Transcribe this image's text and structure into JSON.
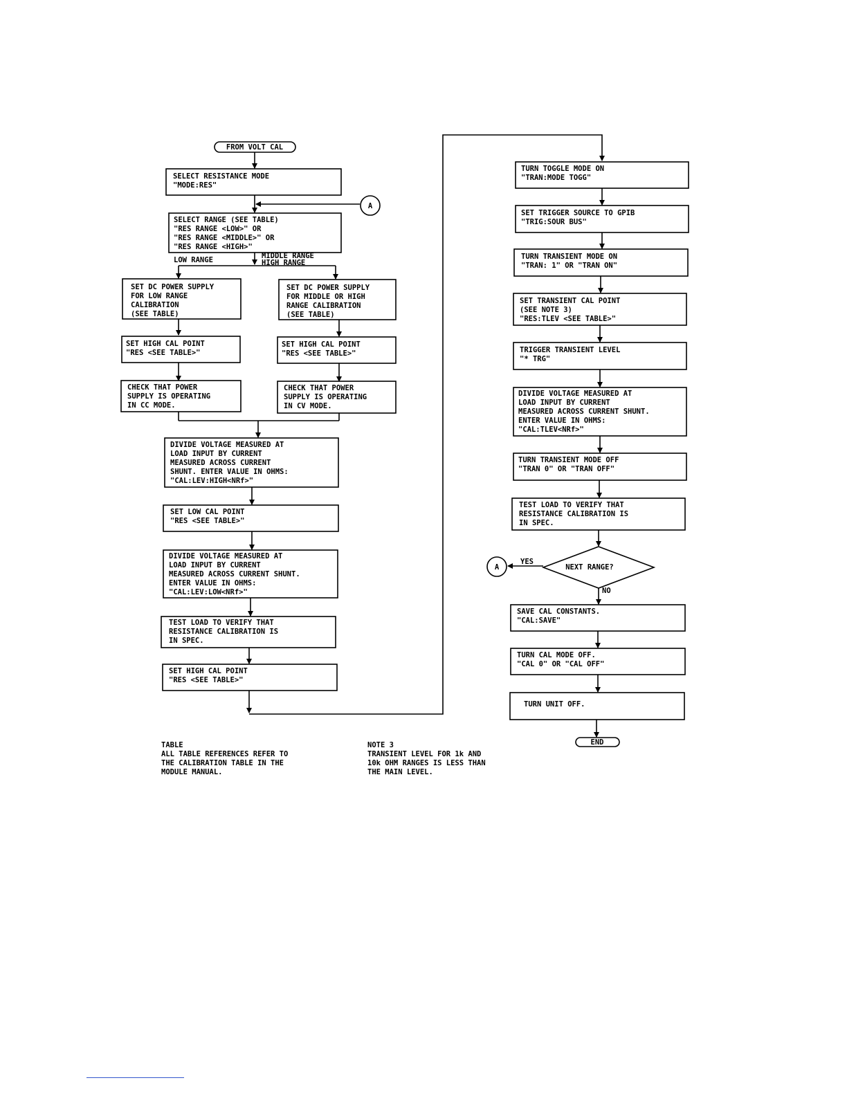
{
  "terminals": {
    "start": "FROM VOLT CAL",
    "end": "END"
  },
  "connector": "A",
  "left": {
    "select_mode": [
      "SELECT RESISTANCE MODE",
      "\"MODE:RES\""
    ],
    "select_range": [
      "SELECT RANGE (SEE TABLE)",
      "\"RES RANGE <LOW>\" OR",
      "\"RES RANGE <MIDDLE>\" OR",
      "\"RES RANGE <HIGH>\""
    ],
    "low_range_label": "LOW RANGE",
    "mid_high_label": [
      "MIDDLE RANGE",
      "HIGH RANGE"
    ],
    "low_supply": [
      "SET DC POWER SUPPLY",
      "FOR LOW RANGE",
      "CALIBRATION",
      "(SEE TABLE)"
    ],
    "mid_supply": [
      "SET DC POWER SUPPLY",
      "FOR MIDDLE OR HIGH",
      "RANGE CALIBRATION",
      "(SEE TABLE)"
    ],
    "low_high_point": [
      "SET HIGH CAL POINT",
      "\"RES <SEE TABLE>\""
    ],
    "mid_high_point": [
      "SET HIGH CAL POINT",
      "\"RES <SEE TABLE>\""
    ],
    "low_check": [
      "CHECK THAT POWER",
      "SUPPLY IS OPERATING",
      "IN CC MODE."
    ],
    "mid_check": [
      "CHECK THAT POWER",
      "SUPPLY IS OPERATING",
      "IN CV MODE."
    ],
    "divide_high": [
      "DIVIDE VOLTAGE MEASURED AT",
      "LOAD INPUT BY CURRENT",
      "MEASURED ACROSS CURRENT",
      "SHUNT.  ENTER VALUE IN OHMS:",
      "\"CAL:LEV:HIGH<NRf>\""
    ],
    "set_low_point": [
      "SET LOW CAL POINT",
      "\"RES <SEE TABLE>\""
    ],
    "divide_low": [
      "DIVIDE VOLTAGE MEASURED AT",
      "LOAD INPUT BY CURRENT",
      "MEASURED ACROSS CURRENT SHUNT.",
      "ENTER VALUE IN OHMS:",
      "\"CAL:LEV:LOW<NRf>\""
    ],
    "test_load": [
      "TEST LOAD TO VERIFY THAT",
      "RESISTANCE CALIBRATION IS",
      "IN SPEC."
    ],
    "set_high_point": [
      "SET HIGH CAL POINT",
      "\"RES <SEE TABLE>\""
    ]
  },
  "right": {
    "toggle_on": [
      "TURN TOGGLE MODE ON",
      "\"TRAN:MODE TOGG\""
    ],
    "trigger_source": [
      "SET TRIGGER SOURCE TO GPIB",
      "\"TRIG:SOUR BUS\""
    ],
    "transient_on": [
      "TURN TRANSIENT MODE ON",
      "\"TRAN: 1\" OR \"TRAN ON\""
    ],
    "transient_point": [
      "SET TRANSIENT CAL POINT",
      "(SEE NOTE 3)",
      "\"RES:TLEV <SEE TABLE>\""
    ],
    "trigger_level": [
      "TRIGGER TRANSIENT LEVEL",
      "\"* TRG\""
    ],
    "divide_tlev": [
      "DIVIDE VOLTAGE MEASURED AT",
      "LOAD INPUT BY CURRENT",
      "MEASURED ACROSS CURRENT SHUNT.",
      "ENTER VALUE IN OHMS:",
      "\"CAL:TLEV<NRf>\""
    ],
    "transient_off": [
      "TURN TRANSIENT MODE OFF",
      "\"TRAN 0\" OR \"TRAN OFF\""
    ],
    "test_load": [
      "TEST LOAD TO VERIFY THAT",
      "RESISTANCE CALIBRATION IS",
      "IN SPEC."
    ],
    "decision": "NEXT RANGE?",
    "yes": "YES",
    "no": "NO",
    "save": [
      "SAVE CAL CONSTANTS.",
      "\"CAL:SAVE\""
    ],
    "cal_off": [
      "TURN CAL MODE OFF.",
      "\"CAL 0\" OR \"CAL OFF\""
    ],
    "unit_off": [
      "TURN UNIT OFF."
    ]
  },
  "notes": {
    "table": [
      "TABLE",
      "ALL TABLE REFERENCES REFER TO",
      "THE CALIBRATION TABLE IN THE",
      "MODULE MANUAL."
    ],
    "note3": [
      "NOTE 3",
      "TRANSIENT LEVEL FOR 1k AND",
      "10k OHM RANGES IS LESS THAN",
      "THE MAIN LEVEL."
    ]
  }
}
